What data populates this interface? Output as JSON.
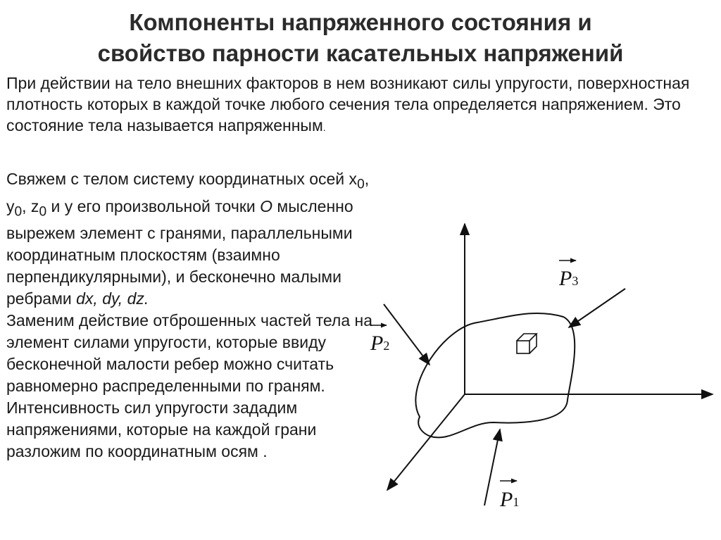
{
  "title": {
    "line1": "Компоненты напряженного состояния и",
    "line2": "свойство парности касательных напряжений"
  },
  "intro": {
    "text": "При действии на тело внешних факторов в нем возникают силы упругости, поверхностная плотность которых в каждой точке любого сечения тела определяется напряжением. Это состояние тела называется напряженным",
    "end": "."
  },
  "body": {
    "p1_start": "Свяжем с телом систему координатных осей x",
    "sub0": "0",
    "comma_y": ", y",
    "comma_z": ", z",
    "p1_rest": " и у его произвольной точки ",
    "point_o": "O",
    "p1_cont": " мысленно вырежем элемент с гранями, параллельными координатным плоскостям (взаимно перпендикулярными), и бесконечно малыми ребрами ",
    "edges": "dx, dy, dz.",
    "p2": "Заменим действие отброшенных частей тела на элемент силами упругости, которые ввиду бесконечной малости ребер можно считать равномерно распределенными по граням. Интенсивность сил упругости зададим напряжениями, которые на каждой грани разложим по координатным осям ."
  },
  "diagram": {
    "forces": [
      {
        "letter": "P",
        "index": "1"
      },
      {
        "letter": "P",
        "index": "2"
      },
      {
        "letter": "P",
        "index": "3"
      }
    ]
  }
}
